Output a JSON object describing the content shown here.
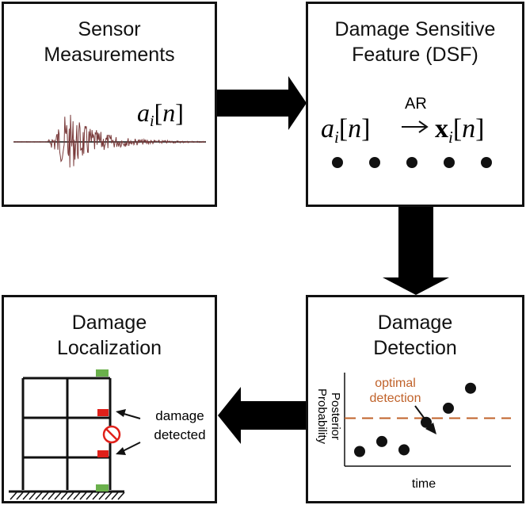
{
  "panels": {
    "sensor": {
      "title_line1": "Sensor",
      "title_line2": "Measurements",
      "signal_label": "a_i[n]"
    },
    "dsf": {
      "title_line1": "Damage Sensitive",
      "title_line2": "Feature (DSF)",
      "arrow_label": "AR",
      "lhs": "a_i[n]",
      "rhs": "x_i[n]",
      "dots_count": 5
    },
    "detection": {
      "title_line1": "Damage",
      "title_line2": "Detection",
      "y_axis_line1": "Posterior",
      "y_axis_line2": "Probability",
      "x_axis": "time",
      "threshold_label_line1": "optimal",
      "threshold_label_line2": "detection",
      "threshold_color": "#c0622a"
    },
    "localization": {
      "title_line1": "Damage",
      "title_line2": "Localization",
      "annotation_line1": "damage",
      "annotation_line2": "detected",
      "damage_color": "#e0201a",
      "sensor_color": "#6ab04c"
    }
  },
  "chart_data": {
    "type": "scatter",
    "xlabel": "time",
    "ylabel": "Posterior Probability",
    "points_y": [
      0.1,
      0.22,
      0.12,
      0.45,
      0.62,
      0.86
    ],
    "threshold_y": 0.5
  }
}
